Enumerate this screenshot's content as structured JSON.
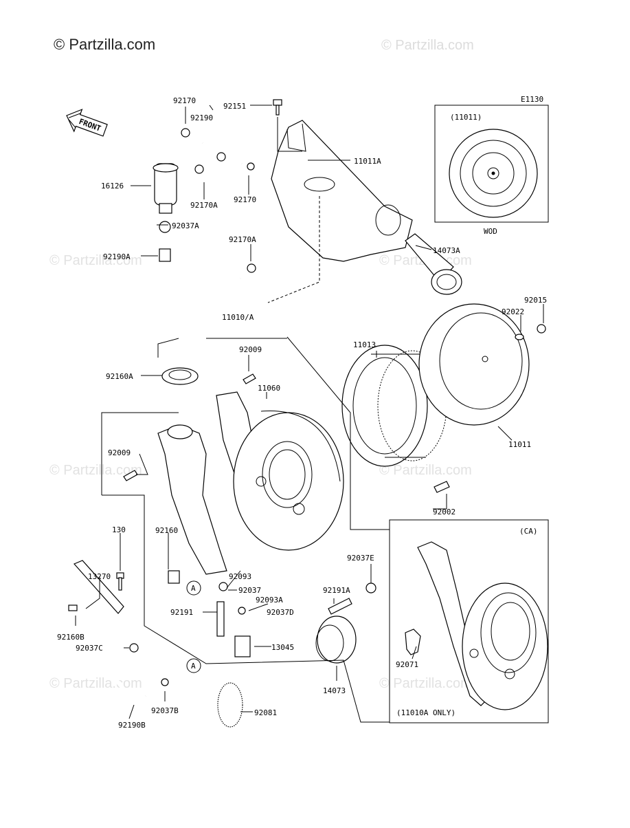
{
  "watermark": {
    "main": "© Partzilla.com",
    "faint": "© Partzilla.com"
  },
  "diagram_code": "E1130",
  "front_label": "FRONT",
  "panels": {
    "wod": {
      "header": "(11011)",
      "caption": "WOD"
    },
    "ca": {
      "header": "(CA)",
      "caption": "(11010A ONLY)"
    }
  },
  "callout": "A",
  "parts": {
    "p92170_top": "92170",
    "p92151": "92151",
    "p92190": "92190",
    "p11011A": "11011A",
    "p16126": "16126",
    "p92170A_a": "92170A",
    "p92170_b": "92170",
    "p92037A": "92037A",
    "p92170A_b": "92170A",
    "p92190A": "92190A",
    "p14073A": "14073A",
    "p11010A": "11010/A",
    "p92015": "92015",
    "p92022": "92022",
    "p92009_a": "92009",
    "p11013": "11013",
    "p92160A": "92160A",
    "p11060": "11060",
    "p11011": "11011",
    "p92009_b": "92009",
    "p92002": "92002",
    "p130": "130",
    "p92160": "92160",
    "p92037E": "92037E",
    "p13270": "13270",
    "p92093": "92093",
    "p92037": "92037",
    "p92191A": "92191A",
    "p92093A": "92093A",
    "p92037D": "92037D",
    "p92191": "92191",
    "p92160B": "92160B",
    "p92037C": "92037C",
    "p13045": "13045",
    "p92071": "92071",
    "p14073": "14073",
    "p92037B": "92037B",
    "p92081": "92081",
    "p92190B": "92190B"
  }
}
